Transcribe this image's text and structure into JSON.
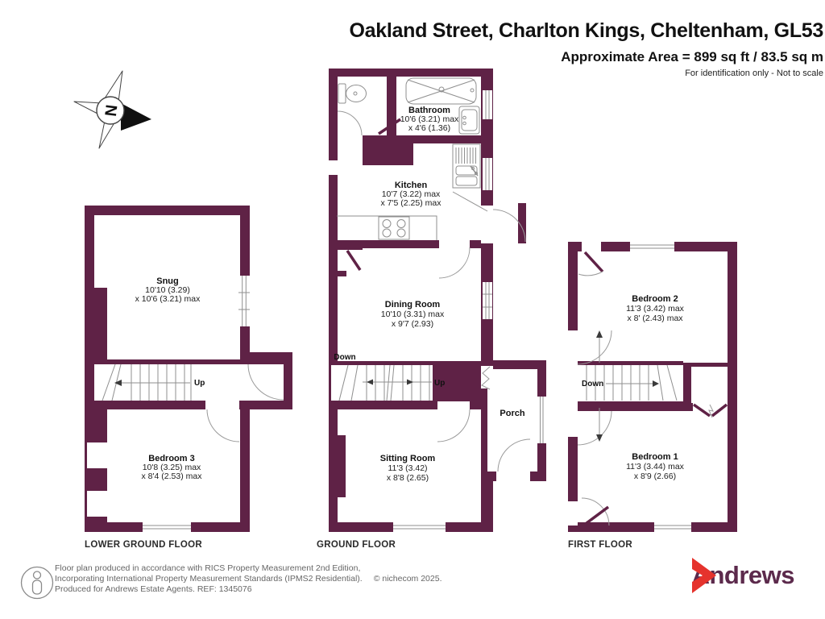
{
  "header": {
    "title": "Oakland Street, Charlton Kings, Cheltenham, GL53",
    "area": "Approximate Area = 899 sq ft / 83.5 sq m",
    "note": "For identification only - Not to scale"
  },
  "compass": {
    "north": "N"
  },
  "floors": {
    "lower": {
      "label": "LOWER GROUND FLOOR",
      "stairs": {
        "up": "Up"
      },
      "rooms": {
        "snug": {
          "name": "Snug",
          "dim1": "10'10 (3.29)",
          "dim2": "x 10'6 (3.21) max"
        },
        "bedroom3": {
          "name": "Bedroom 3",
          "dim1": "10'8 (3.25) max",
          "dim2": "x 8'4 (2.53) max"
        }
      }
    },
    "ground": {
      "label": "GROUND FLOOR",
      "stairs": {
        "down": "Down",
        "up": "Up"
      },
      "rooms": {
        "bathroom": {
          "name": "Bathroom",
          "dim1": "10'6 (3.21) max",
          "dim2": "x 4'6 (1.36)"
        },
        "kitchen": {
          "name": "Kitchen",
          "dim1": "10'7 (3.22) max",
          "dim2": "x 7'5 (2.25) max"
        },
        "dining": {
          "name": "Dining Room",
          "dim1": "10'10 (3.31) max",
          "dim2": "x 9'7 (2.93)"
        },
        "sitting": {
          "name": "Sitting Room",
          "dim1": "11'3 (3.42)",
          "dim2": "x 8'8 (2.65)"
        },
        "porch": {
          "name": "Porch"
        }
      }
    },
    "first": {
      "label": "FIRST FLOOR",
      "stairs": {
        "down": "Down"
      },
      "rooms": {
        "bedroom2": {
          "name": "Bedroom 2",
          "dim1": "11'3 (3.42) max",
          "dim2": "x 8' (2.43) max"
        },
        "bedroom1": {
          "name": "Bedroom 1",
          "dim1": "11'3 (3.44) max",
          "dim2": "x 8'9 (2.66)"
        }
      }
    }
  },
  "footer": {
    "line1": "Floor plan produced in accordance with RICS Property Measurement 2nd Edition,",
    "line2": "Incorporating International Property Measurement Standards (IPMS2 Residential).",
    "copyright": "© nichecom 2025.",
    "line3": "Produced for Andrews Estate Agents.   REF: 1345076"
  },
  "logo": {
    "brand": "Andrews"
  },
  "colors": {
    "wall": "#5f2246",
    "logo_purple": "#5c2a4c",
    "logo_red": "#e5332d"
  }
}
